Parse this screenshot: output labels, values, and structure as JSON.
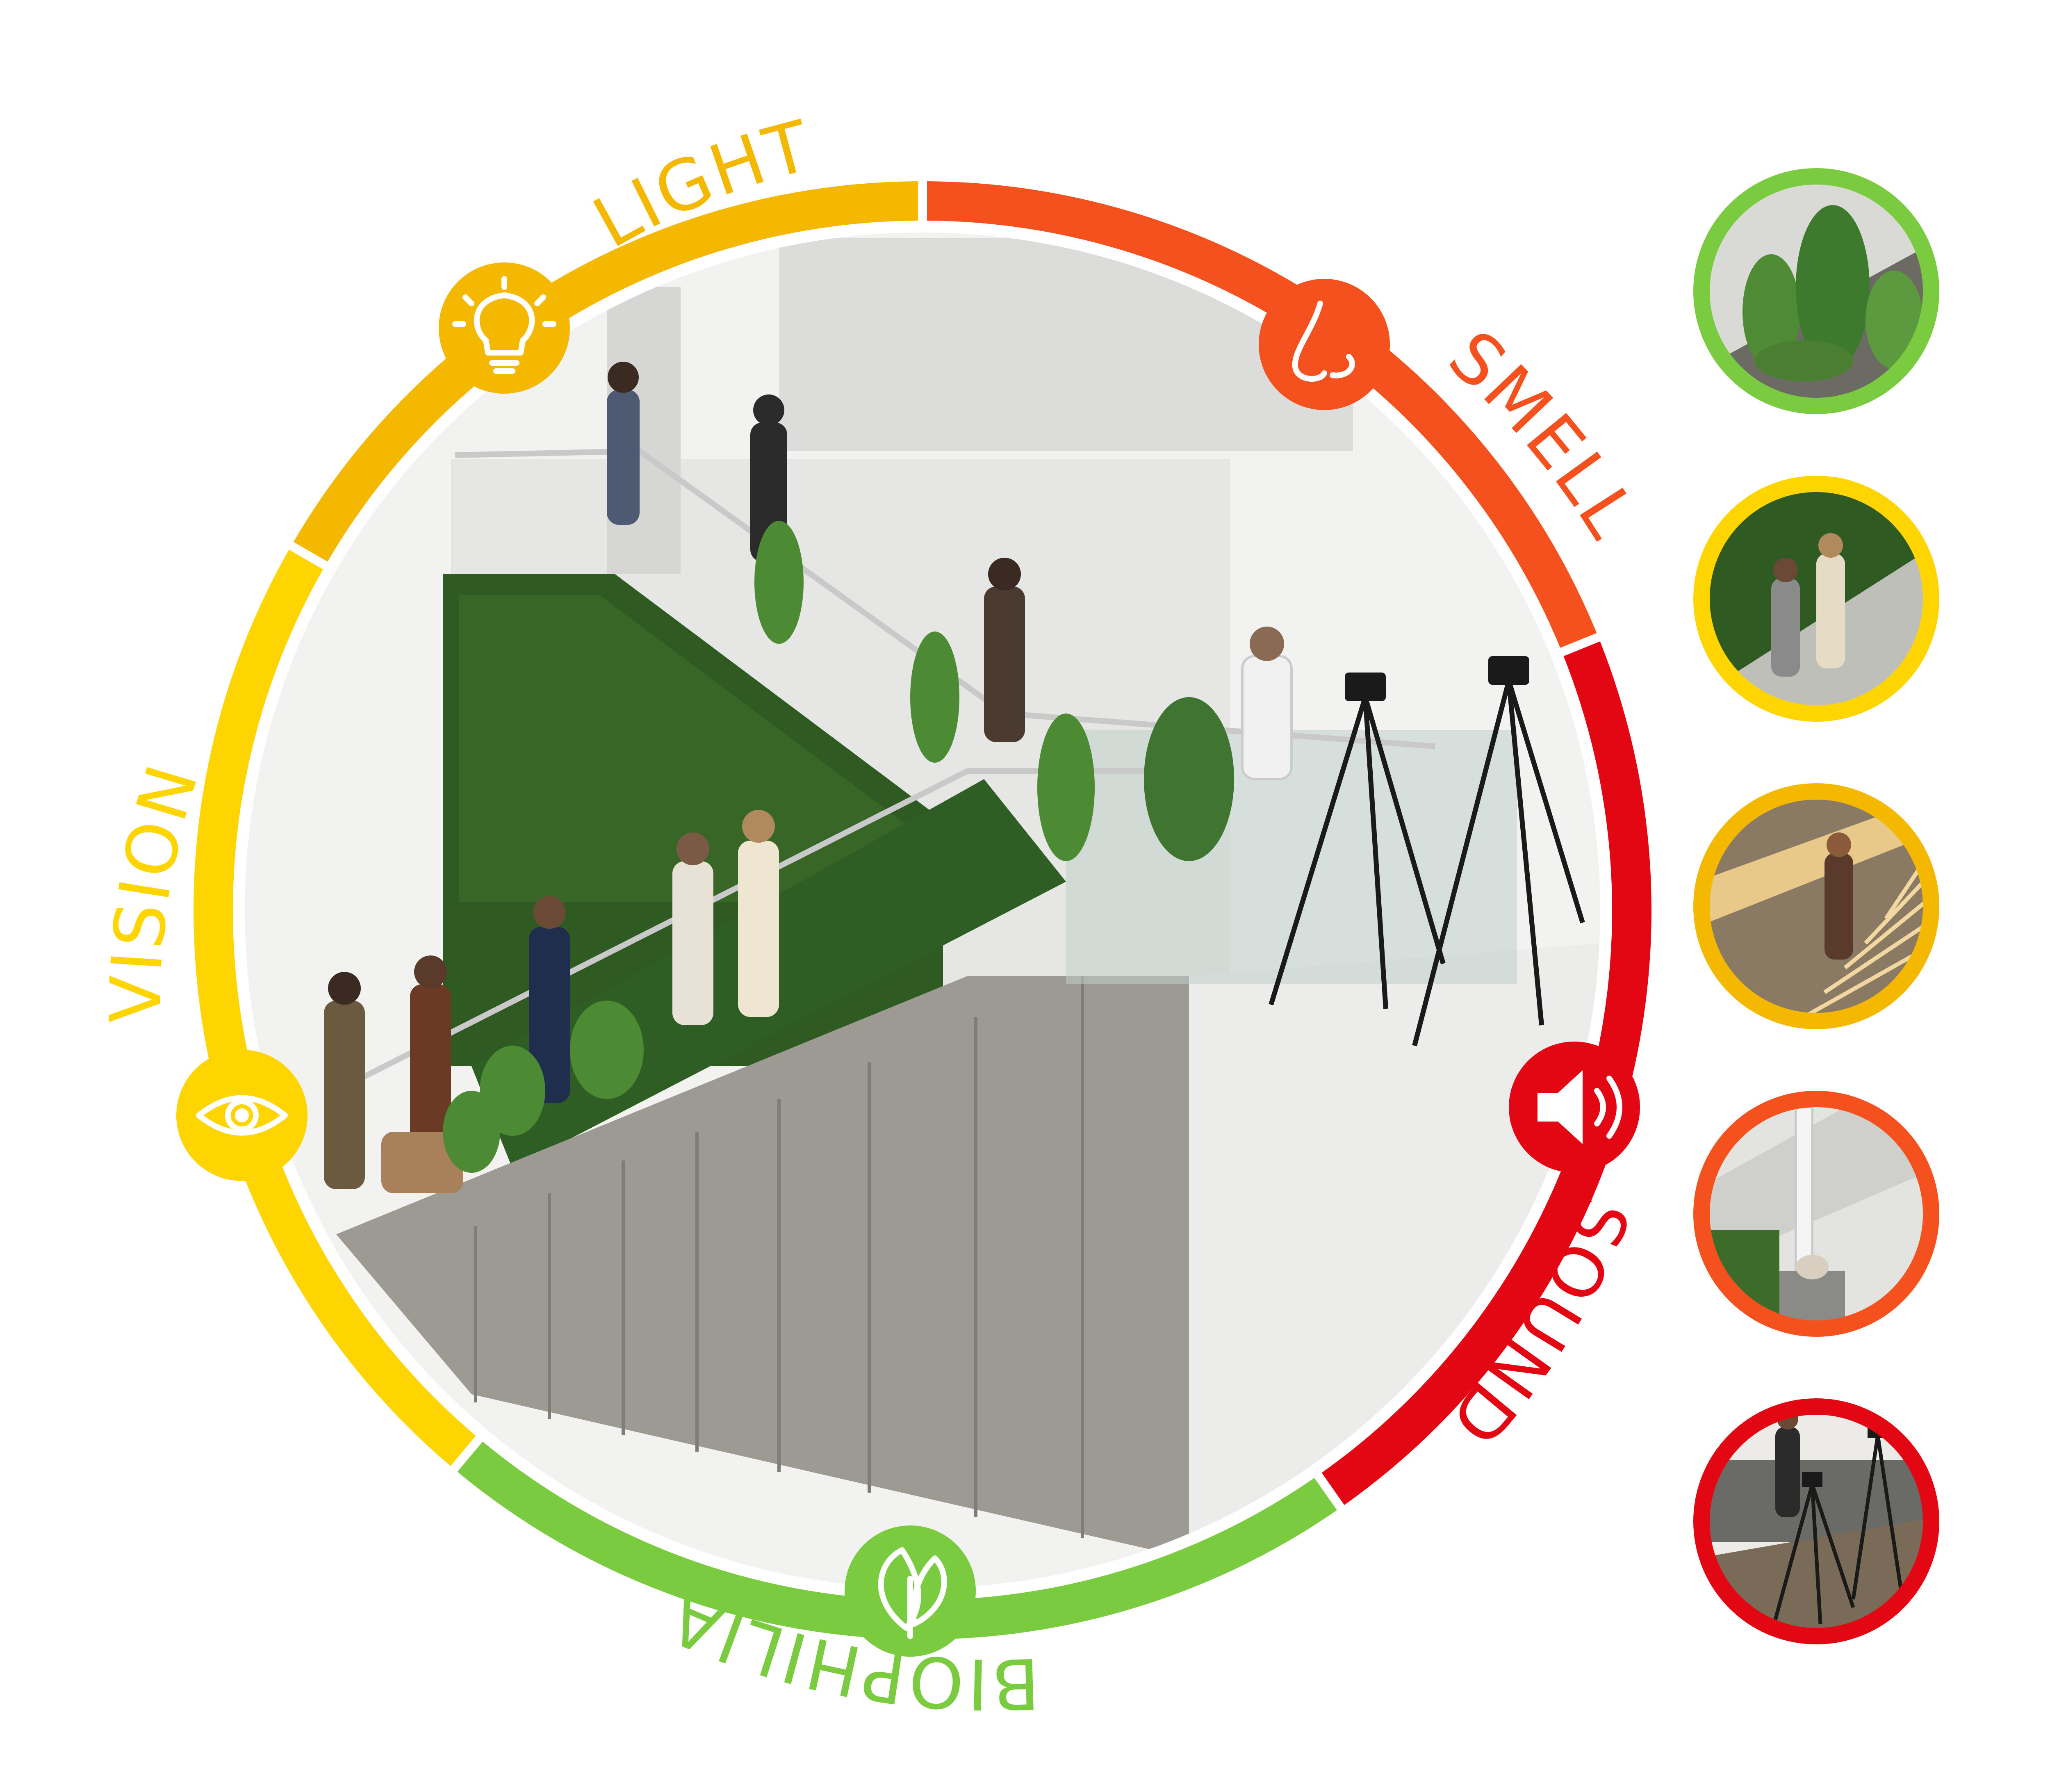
{
  "ring": {
    "segments": [
      {
        "label": "LIGHT",
        "color": "#F5B800",
        "icon": "lightbulb-icon"
      },
      {
        "label": "SMELL",
        "color": "#F4511E",
        "icon": "nose-icon"
      },
      {
        "label": "SOUND",
        "color": "#E30613",
        "icon": "speaker-icon"
      },
      {
        "label": "BIOPHILIA",
        "color": "#7ACB3F",
        "icon": "leaf-icon"
      },
      {
        "label": "VISION",
        "color": "#FFD500",
        "icon": "eye-icon"
      }
    ]
  },
  "scene": {
    "description_icon": "staircase-rendering",
    "wall_color": "#e9e9e7",
    "green_wall_color": "#2f5a22",
    "stair_panel_color": "#9c9a93"
  },
  "thumbnails": [
    {
      "border_color": "#7ACB3F",
      "icon": "plants-photo-icon"
    },
    {
      "border_color": "#FFD500",
      "icon": "green-wall-photo-icon"
    },
    {
      "border_color": "#F5B800",
      "icon": "lit-stairs-photo-icon"
    },
    {
      "border_color": "#F4511E",
      "icon": "diffuser-photo-icon"
    },
    {
      "border_color": "#E30613",
      "icon": "tripod-photo-icon"
    }
  ]
}
